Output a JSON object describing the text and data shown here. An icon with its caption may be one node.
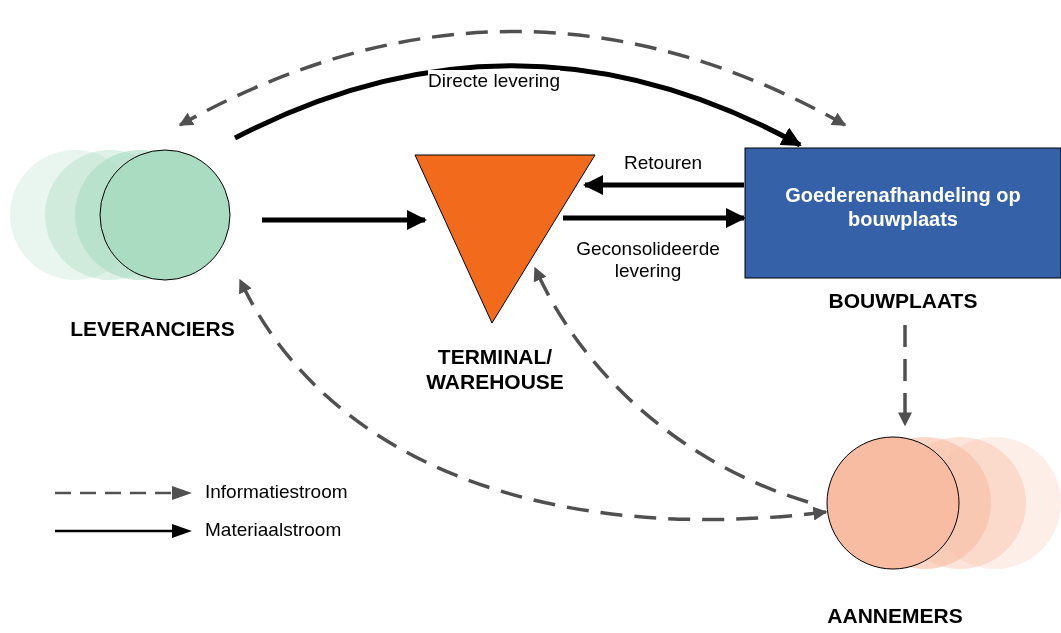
{
  "diagram": {
    "nodes": [
      {
        "text": [
          "LEVERANCIERS"
        ]
      },
      {
        "text": [
          "TERMINAL/ WAREHOUSE"
        ]
      },
      {
        "text": [
          "Goederenafhandeling op bouwplaats",
          "BOUWPLAATS"
        ]
      },
      {
        "text": [
          "AANNEMERS"
        ]
      }
    ],
    "edges": [
      {
        "from": 0,
        "to": 2,
        "arrow": "to",
        "label": "Directe levering"
      },
      {
        "from": 2,
        "to": 0,
        "arrow": "both",
        "style": "dashed",
        "color": "#505050"
      },
      {
        "from": 0,
        "to": 1,
        "arrow": "to"
      },
      {
        "from": 2,
        "to": 1,
        "arrow": "to",
        "label": "Retouren"
      },
      {
        "from": 1,
        "to": 2,
        "arrow": "to",
        "label": "Geconsolideerde levering"
      },
      {
        "from": 2,
        "to": 3,
        "arrow": "to",
        "style": "dashed",
        "color": "#505050"
      },
      {
        "from": 3,
        "to": 0,
        "arrow": "both",
        "style": "dashed",
        "color": "#505050"
      },
      {
        "from": 3,
        "to": 1,
        "arrow": "to",
        "style": "dashed",
        "color": "#505050"
      }
    ],
    "legend": [
      {
        "text": "Informatiestroom"
      },
      {
        "text": "Materiaalstroom"
      }
    ]
  }
}
